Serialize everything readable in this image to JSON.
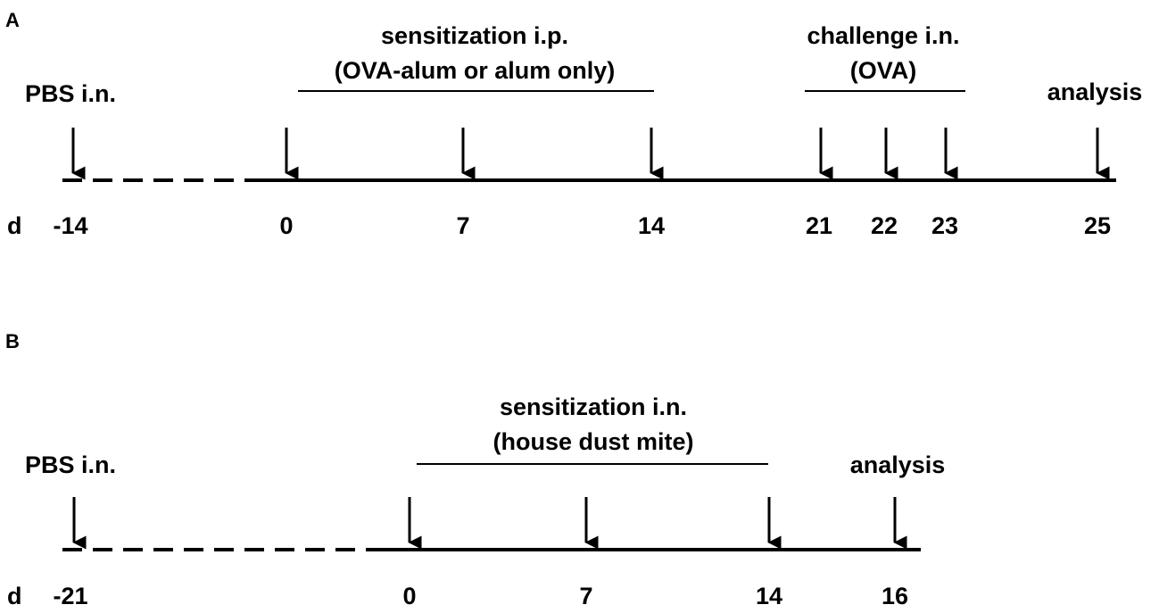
{
  "panel_a": {
    "letter": "A",
    "day_prefix": "d",
    "pre_label": "PBS i.n.",
    "group1_label_line1": "sensitization i.p.",
    "group1_label_line2": "(OVA-alum or alum only)",
    "group2_label_line1": "challenge i.n.",
    "group2_label_line2": "(OVA)",
    "end_label": "analysis",
    "days": [
      "-14",
      "0",
      "7",
      "14",
      "21",
      "22",
      "23",
      "25"
    ]
  },
  "panel_b": {
    "letter": "B",
    "day_prefix": "d",
    "pre_label": "PBS i.n.",
    "group1_label_line1": "sensitization i.n.",
    "group1_label_line2": "(house dust mite)",
    "end_label": "analysis",
    "days": [
      "-21",
      "0",
      "7",
      "14",
      "16"
    ]
  }
}
